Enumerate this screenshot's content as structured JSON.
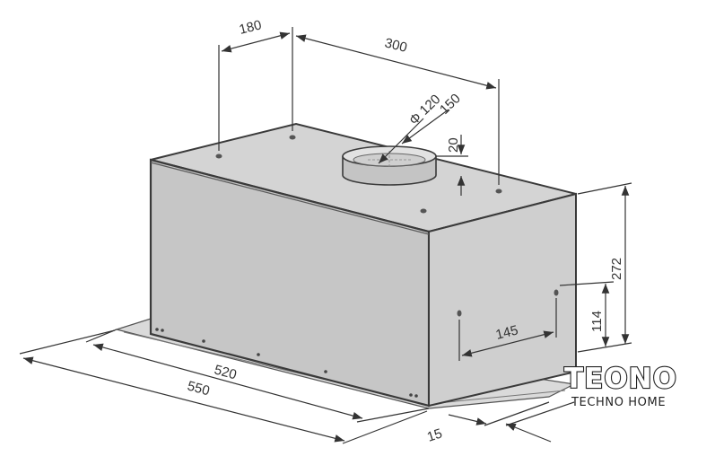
{
  "dimensions": {
    "mount_spacing_width": "180",
    "mount_spacing_depth": "300",
    "duct_inner_diameter": "Φ 120",
    "duct_outer_diameter": "150",
    "duct_height": "20",
    "body_height": "272",
    "side_hole_height": "114",
    "side_hole_spacing": "145",
    "body_width": "520",
    "overall_width": "550",
    "flange_depth": "15"
  },
  "logo": {
    "brand": "TEONO",
    "tagline": "TECHNO HOME"
  },
  "colors": {
    "body_fill": "#c8c8c8",
    "side_fill": "#cfcfcf",
    "top_fill": "#d4d4d4",
    "outline": "#3a3a3a",
    "dimension_line": "#333333"
  }
}
